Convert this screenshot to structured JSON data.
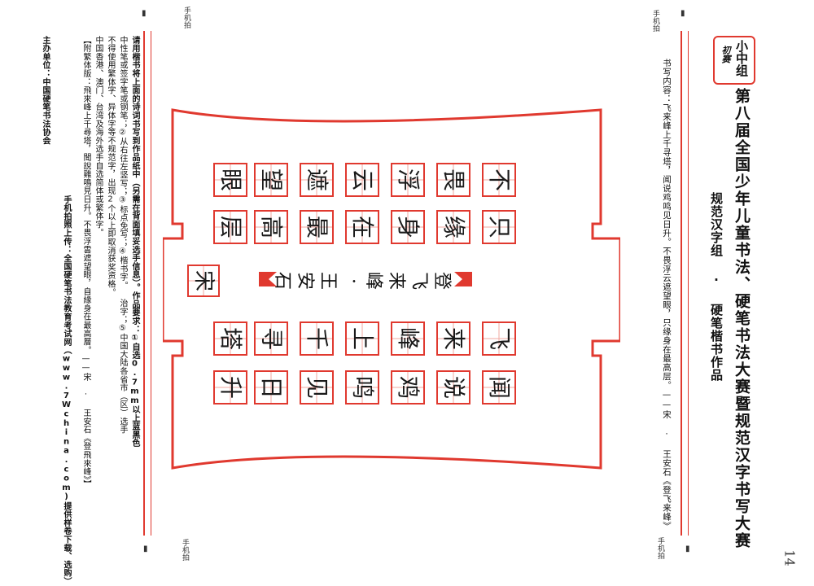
{
  "corner_mark": "手机拍",
  "corner_icon": "▮",
  "page_number": "14",
  "badge": {
    "group": "小中组",
    "level": "初赛"
  },
  "title": {
    "main": "第八届全国少年儿童书法、硬笔书法大赛暨规范汉字书写大赛",
    "sub": "规范汉字组 · 硬笔楷书作品"
  },
  "content_text": "书写内容：飞来峰上千寻塔，闻说鸡鸣见日升。不畏浮云遮望眼，只缘身在最高层。——宋 · 王安石《登飞来峰》",
  "instructions": {
    "line1_bold": "请用楷书将上面的诗词书写到作品纸中（另需在背面填妥选手信息）。作品要求：①自选0.7mm以上蓝黑色",
    "line2": "中性笔或签字笔或钢笔；②从右往左竖写；③标点免写；④楷书字。 治字；⑤中国大陆各省市（区）选手",
    "line3": "不得使用繁体字、异体字等不规范字，出现2个以上即取消获奖资格。",
    "line4": "中国香港、澳门、台湾及海外选手自选简体或繁体字。",
    "line5": "【附繁体版：飛來峰上千尋塔，聞說雞鳴見日升。不畏浮雲遮望眼，自緣身在最高層。——宋 · 王安石《登飛來峰》】"
  },
  "footer": {
    "organizer": "主办单位：中国硬笔书法协会",
    "upload": "手机拍照上传：全国硬笔书法教育考试网（www.7Wchina.com)提供样卷下载、选购）"
  },
  "poem_columns": [
    [
      "飞",
      "来",
      "峰",
      "上",
      "千",
      "寻",
      "塔"
    ],
    [
      "闻",
      "说",
      "鸡",
      "鸣",
      "见",
      "日",
      "升"
    ],
    [
      "不",
      "畏",
      "浮",
      "云",
      "遮",
      "望",
      "眼"
    ],
    [
      "只",
      "缘",
      "身",
      "在",
      "最",
      "高",
      "层"
    ]
  ],
  "signature": "登飞来峰·王安石",
  "seal_char": "宋",
  "colors": {
    "accent": "#e0392f",
    "grid_inner": "#f1a8a2",
    "paper": "#ffffff"
  }
}
